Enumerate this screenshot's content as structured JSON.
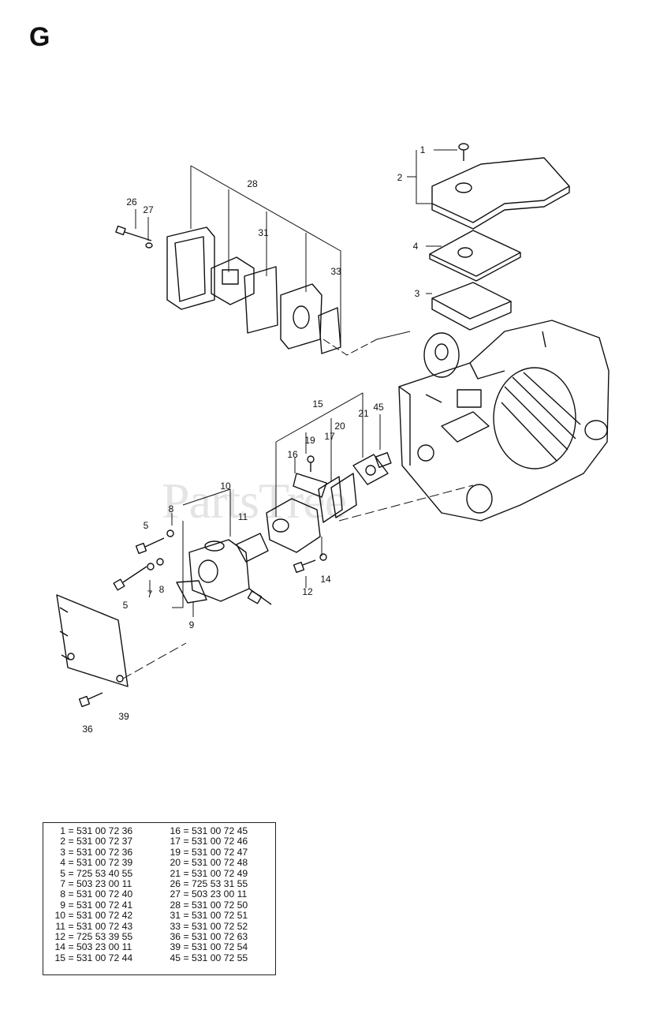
{
  "section_letter": "G",
  "watermark": "PartsTree",
  "callouts": [
    {
      "id": "c1",
      "label": "1"
    },
    {
      "id": "c2",
      "label": "2"
    },
    {
      "id": "c4",
      "label": "4"
    },
    {
      "id": "c3",
      "label": "3"
    },
    {
      "id": "c26",
      "label": "26"
    },
    {
      "id": "c27",
      "label": "27"
    },
    {
      "id": "c28",
      "label": "28"
    },
    {
      "id": "c31",
      "label": "31"
    },
    {
      "id": "c33",
      "label": "33"
    },
    {
      "id": "c15",
      "label": "15"
    },
    {
      "id": "c45",
      "label": "45"
    },
    {
      "id": "c21",
      "label": "21"
    },
    {
      "id": "c20",
      "label": "20"
    },
    {
      "id": "c17",
      "label": "17"
    },
    {
      "id": "c19",
      "label": "19"
    },
    {
      "id": "c16",
      "label": "16"
    },
    {
      "id": "c10",
      "label": "10"
    },
    {
      "id": "c11",
      "label": "11"
    },
    {
      "id": "c8a",
      "label": "8"
    },
    {
      "id": "c5a",
      "label": "5"
    },
    {
      "id": "c5b",
      "label": "5"
    },
    {
      "id": "c7",
      "label": "7"
    },
    {
      "id": "c8b",
      "label": "8"
    },
    {
      "id": "c9",
      "label": "9"
    },
    {
      "id": "c14",
      "label": "14"
    },
    {
      "id": "c12",
      "label": "12"
    },
    {
      "id": "c39",
      "label": "39"
    },
    {
      "id": "c36",
      "label": "36"
    }
  ],
  "parts_table": {
    "left": [
      {
        "num": "1",
        "part": "531 00 72 36"
      },
      {
        "num": "2",
        "part": "531 00 72 37"
      },
      {
        "num": "3",
        "part": "531 00 72 36"
      },
      {
        "num": "4",
        "part": "531 00 72 39"
      },
      {
        "num": "5",
        "part": "725 53 40 55"
      },
      {
        "num": "7",
        "part": "503 23 00 11"
      },
      {
        "num": "8",
        "part": "531 00 72 40"
      },
      {
        "num": "9",
        "part": "531 00 72 41"
      },
      {
        "num": "10",
        "part": "531 00 72 42"
      },
      {
        "num": "11",
        "part": "531 00 72 43"
      },
      {
        "num": "12",
        "part": "725 53 39 55"
      },
      {
        "num": "14",
        "part": "503 23 00 11"
      },
      {
        "num": "15",
        "part": "531 00 72 44"
      }
    ],
    "right": [
      {
        "num": "16",
        "part": "531 00 72 45"
      },
      {
        "num": "17",
        "part": "531 00 72 46"
      },
      {
        "num": "19",
        "part": "531 00 72 47"
      },
      {
        "num": "20",
        "part": "531 00 72 48"
      },
      {
        "num": "21",
        "part": "531 00 72 49"
      },
      {
        "num": "26",
        "part": "725 53 31 55"
      },
      {
        "num": "27",
        "part": "503 23 00 11"
      },
      {
        "num": "28",
        "part": "531 00 72 50"
      },
      {
        "num": "31",
        "part": "531 00 72 51"
      },
      {
        "num": "33",
        "part": "531 00 72 52"
      },
      {
        "num": "36",
        "part": "531 00 72 63"
      },
      {
        "num": "39",
        "part": "531 00 72 54"
      },
      {
        "num": "45",
        "part": "531 00 72 55"
      }
    ]
  }
}
